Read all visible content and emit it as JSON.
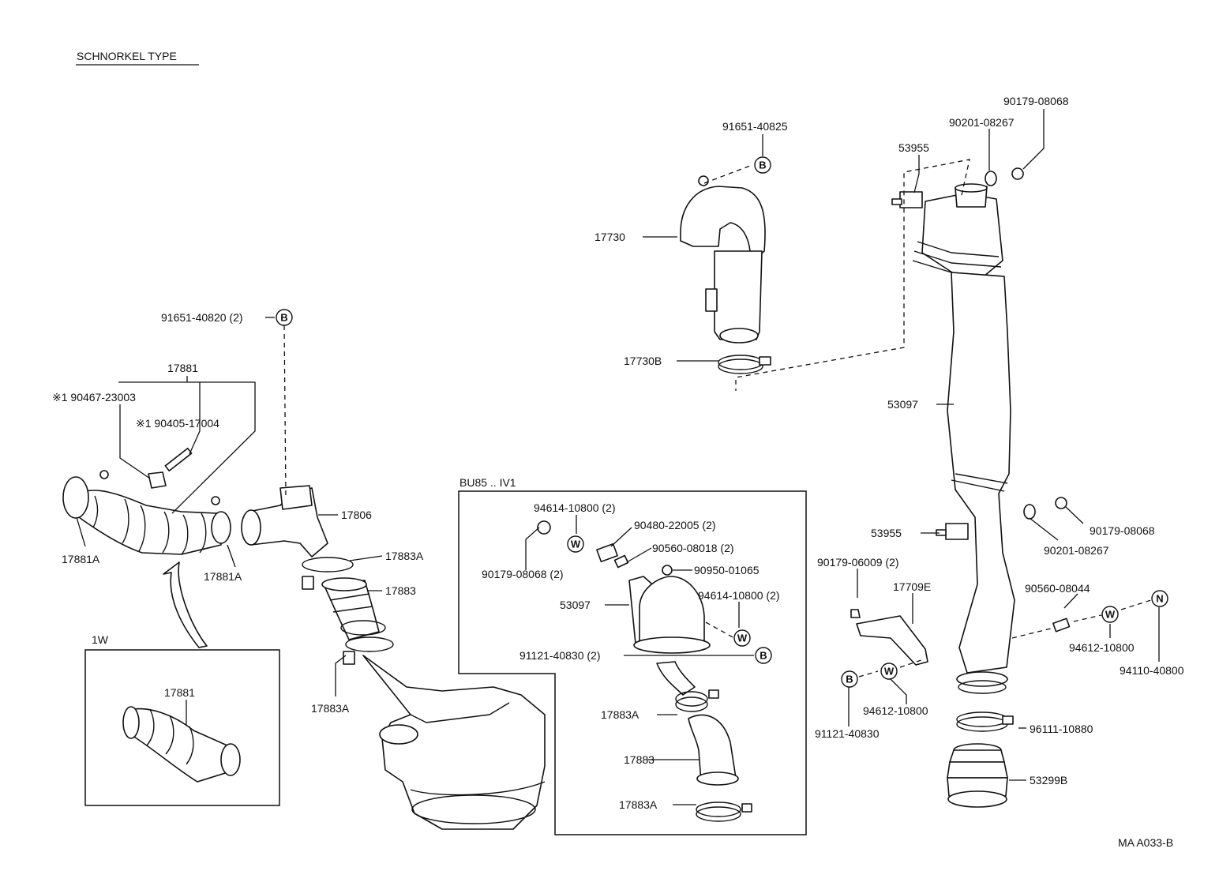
{
  "title": "SCHNORKEL TYPE",
  "drawing_code": "MA A033-B",
  "boxes": {
    "inset_1w": "1W",
    "inset_bu85": "BU85 .. IV1"
  },
  "markers": {
    "b": "B",
    "w": "W",
    "n": "N"
  },
  "labels": {
    "p91651_40825": "91651-40825",
    "p90179_08068_top": "90179-08068",
    "p90201_08267_top": "90201-08267",
    "p53955_top": "53955",
    "p17730": "17730",
    "p17730b": "17730B",
    "p53097_right": "53097",
    "p91651_40820": "91651-40820 (2)",
    "p17881": "17881",
    "p90467_23003": "※1 90467-23003",
    "p90405_17004": "※1 90405-17004",
    "p17881a_left": "17881A",
    "p17881a_right": "17881A",
    "p17806": "17806",
    "p17883a_1": "17883A",
    "p17883_1": "17883",
    "p17883a_2": "17883A",
    "p17881_inset": "17881",
    "p94614_10800_a": "94614-10800 (2)",
    "p90480_22005": "90480-22005 (2)",
    "p90560_08018": "90560-08018 (2)",
    "p90179_08068_box": "90179-08068 (2)",
    "p90950_01065": "90950-01065",
    "p53097_box": "53097",
    "p94614_10800_b": "94614-10800 (2)",
    "p91121_40830_box": "91121-40830 (2)",
    "p17883a_box1": "17883A",
    "p17883_box": "17883",
    "p17883a_box2": "17883A",
    "p53955_mid": "53955",
    "p90179_08068_mid": "90179-08068",
    "p90201_08267_mid": "90201-08267",
    "p90179_06009": "90179-06009 (2)",
    "p17709e": "17709E",
    "p90560_08044": "90560-08044",
    "p94612_10800_r": "94612-10800",
    "p94110_40800": "94110-40800",
    "p94612_10800_l": "94612-10800",
    "p91121_40830_r": "91121-40830",
    "p96111_10880": "96111-10880",
    "p53299b": "53299B"
  }
}
